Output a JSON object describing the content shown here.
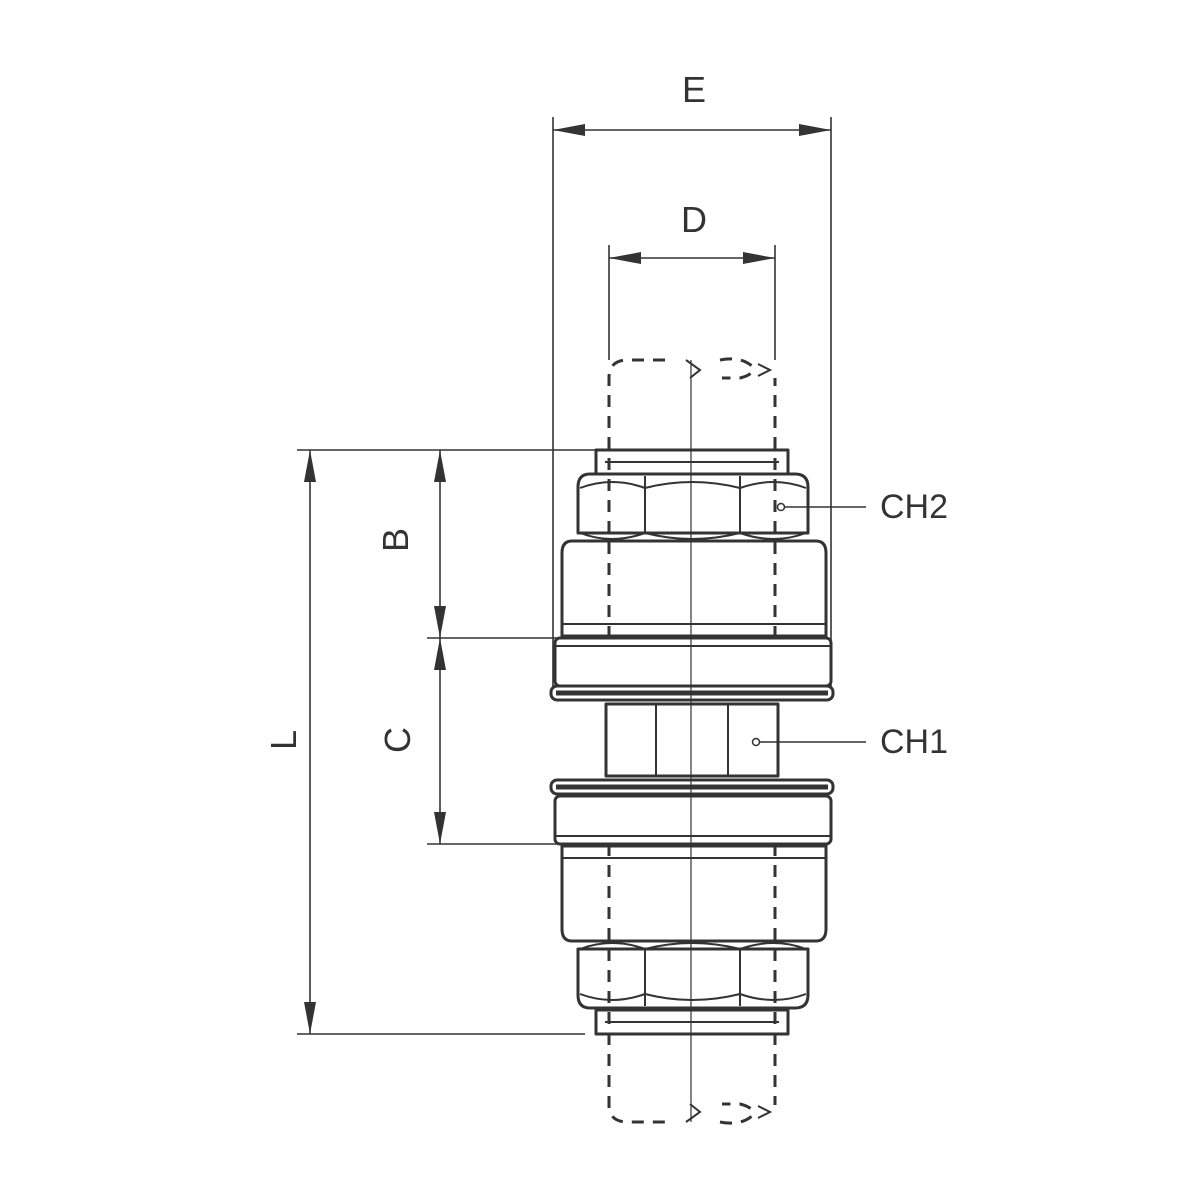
{
  "dimensions": {
    "E": "E",
    "D": "D",
    "L": "L",
    "B": "B",
    "C": "C"
  },
  "callouts": {
    "ch2": "CH2",
    "ch1": "CH1"
  },
  "colors": {
    "line": "#333333",
    "background": "#ffffff"
  }
}
